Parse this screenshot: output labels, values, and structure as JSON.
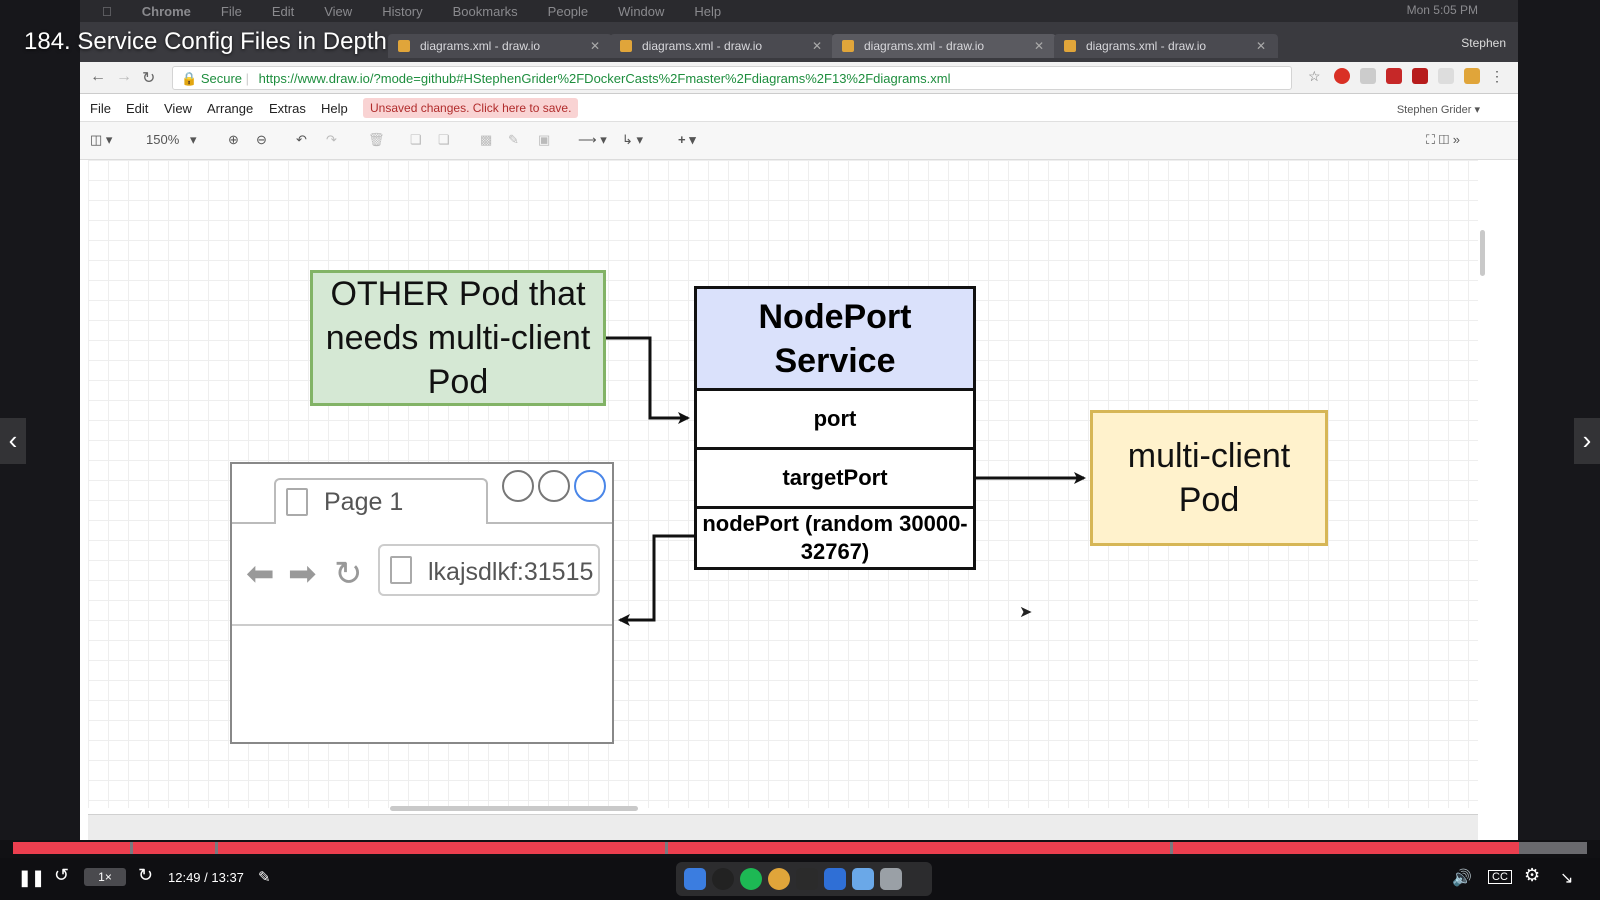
{
  "player": {
    "title": "184. Service Config Files in Depth",
    "time_display": "12:49 / 13:37",
    "progress_fraction": 0.957,
    "playback_rate": "1×",
    "cc_label": "CC"
  },
  "mac_menu": {
    "items": [
      "Chrome",
      "File",
      "Edit",
      "View",
      "History",
      "Bookmarks",
      "People",
      "Window",
      "Help"
    ],
    "clock": "Mon 5:05 PM"
  },
  "browser": {
    "tabs": [
      "diagrams.xml - draw.io",
      "diagrams.xml - draw.io",
      "diagrams.xml - draw.io",
      "diagrams.xml - draw.io"
    ],
    "profile": "Stephen",
    "secure_label": "Secure",
    "url": "https://www.draw.io/?mode=github#HStephenGrider%2FDockerCasts%2Fmaster%2Fdiagrams%2F13%2Fdiagrams.xml"
  },
  "drawio": {
    "menu": [
      "File",
      "Edit",
      "View",
      "Arrange",
      "Extras",
      "Help"
    ],
    "unsaved_notice": "Unsaved changes. Click here to save.",
    "user": "Stephen Grider",
    "zoom": "150%"
  },
  "diagram": {
    "other_pod": "OTHER Pod that needs multi-client Pod",
    "service_title": "NodePort Service",
    "rows": [
      "port",
      "targetPort",
      "nodePort (random 30000-32767)"
    ],
    "multi_client_pod": "multi-client Pod",
    "browser_tab": "Page 1",
    "browser_url": "lkajsdlkf:31515"
  },
  "colors": {
    "progress": "#ec3f4f",
    "other_pod_fill": "#d5e8d4",
    "other_pod_border": "#82b366",
    "service_header": "#dae1fb",
    "multi_client_fill": "#fff2cc",
    "multi_client_border": "#d6b656",
    "unsaved_bg": "#f9d3d3"
  },
  "icons": {
    "play_pause": "pause-icon",
    "rewind": "rewind-icon",
    "forward": "forward-icon",
    "notes": "notes-icon",
    "volume": "volume-icon",
    "settings": "gear-icon",
    "fullscreen_exit": "exit-fullscreen-icon",
    "prev": "chevron-left-icon",
    "next": "chevron-right-icon"
  }
}
